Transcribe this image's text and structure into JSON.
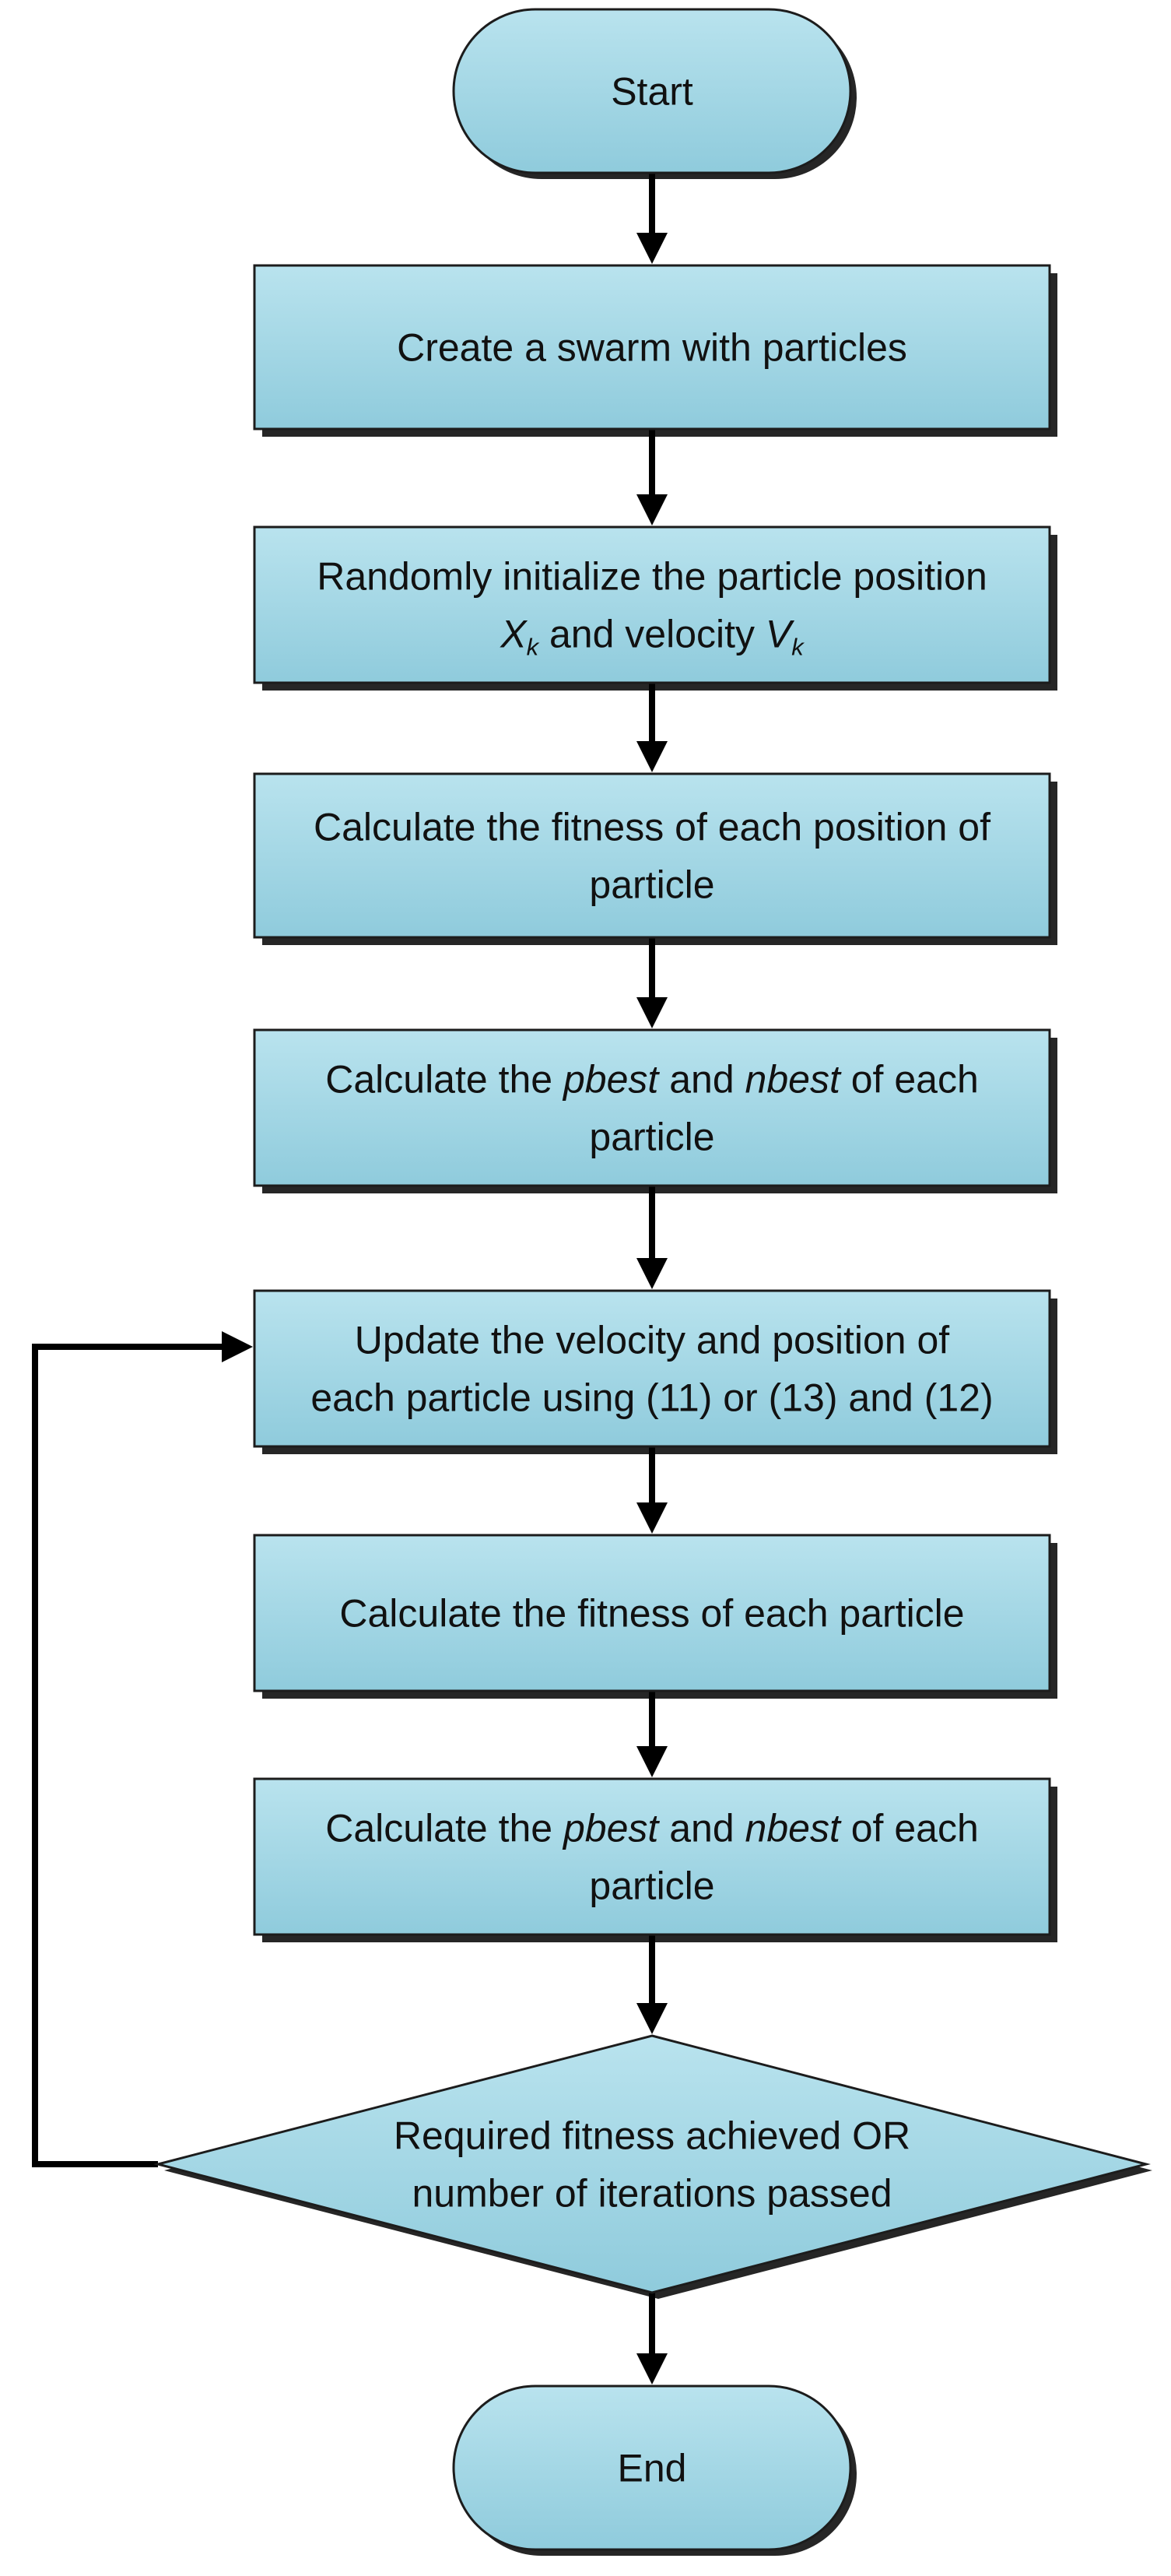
{
  "diagram": {
    "colors": {
      "fill_top": "#b9e3ee",
      "fill_bottom": "#8fcbdc",
      "line": "#000000"
    },
    "nodes": {
      "start": {
        "shape": "terminator",
        "lines": [
          [
            {
              "t": "Start"
            }
          ]
        ]
      },
      "create_swarm": {
        "shape": "process",
        "lines": [
          [
            {
              "t": "Create a swarm with particles"
            }
          ]
        ]
      },
      "init": {
        "shape": "process",
        "lines": [
          [
            {
              "t": "Randomly initialize the particle position"
            }
          ],
          [
            {
              "t": "X",
              "i": true
            },
            {
              "t": "k",
              "i": true,
              "sub": true
            },
            {
              "t": " and velocity "
            },
            {
              "t": "V",
              "i": true
            },
            {
              "t": "k",
              "i": true,
              "sub": true
            }
          ]
        ]
      },
      "fitness_position": {
        "shape": "process",
        "lines": [
          [
            {
              "t": "Calculate the fitness of each position of"
            }
          ],
          [
            {
              "t": "particle"
            }
          ]
        ]
      },
      "best_1": {
        "shape": "process",
        "lines": [
          [
            {
              "t": "Calculate the "
            },
            {
              "t": "pbest",
              "i": true
            },
            {
              "t": " and "
            },
            {
              "t": "nbest",
              "i": true
            },
            {
              "t": " of each"
            }
          ],
          [
            {
              "t": "particle"
            }
          ]
        ]
      },
      "update": {
        "shape": "process",
        "lines": [
          [
            {
              "t": "Update the velocity and position of"
            }
          ],
          [
            {
              "t": "each particle using (11) or (13) and (12)"
            }
          ]
        ]
      },
      "fitness_particle": {
        "shape": "process",
        "lines": [
          [
            {
              "t": "Calculate the fitness of each particle"
            }
          ]
        ]
      },
      "best_2": {
        "shape": "process",
        "lines": [
          [
            {
              "t": "Calculate the "
            },
            {
              "t": "pbest",
              "i": true
            },
            {
              "t": " and "
            },
            {
              "t": "nbest",
              "i": true
            },
            {
              "t": " of each"
            }
          ],
          [
            {
              "t": "particle"
            }
          ]
        ]
      },
      "decision": {
        "shape": "decision",
        "lines": [
          [
            {
              "t": "Required fitness achieved OR"
            }
          ],
          [
            {
              "t": "number of iterations passed"
            }
          ]
        ]
      },
      "end": {
        "shape": "terminator",
        "lines": [
          [
            {
              "t": "End"
            }
          ]
        ]
      }
    },
    "edges": [
      {
        "from": "start",
        "to": "create_swarm"
      },
      {
        "from": "create_swarm",
        "to": "init"
      },
      {
        "from": "init",
        "to": "fitness_position"
      },
      {
        "from": "fitness_position",
        "to": "best_1"
      },
      {
        "from": "best_1",
        "to": "update"
      },
      {
        "from": "update",
        "to": "fitness_particle"
      },
      {
        "from": "fitness_particle",
        "to": "best_2"
      },
      {
        "from": "best_2",
        "to": "decision"
      },
      {
        "from": "decision",
        "to": "end"
      },
      {
        "from": "decision",
        "to": "update",
        "route": "loop-left"
      }
    ]
  }
}
